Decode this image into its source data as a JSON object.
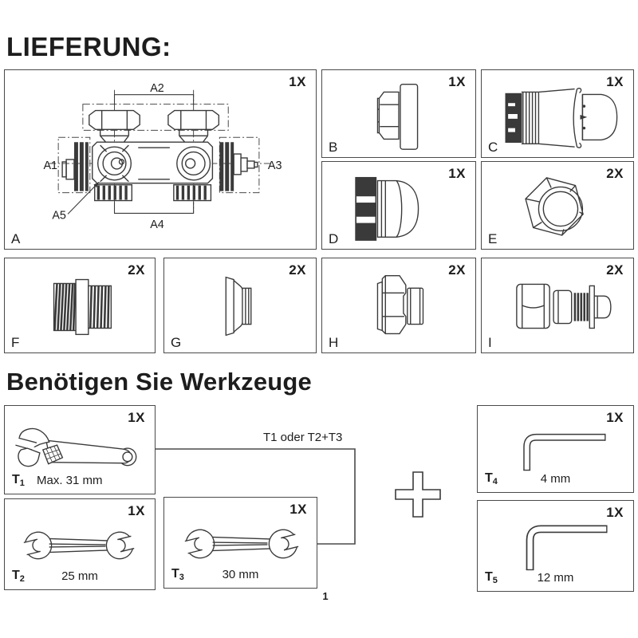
{
  "page": {
    "title": "LIEFERUNG:",
    "tools_heading": "Benötigen Sie Werkzeuge",
    "connector_label": "T1 oder T2+T3",
    "page_number": "1"
  },
  "delivery": {
    "parts": [
      {
        "id": "A",
        "qty": "1X",
        "drawing": "h-block-valve-technical-drawing",
        "dims": {
          "a1": "A1",
          "a2": "A2",
          "a3": "A3",
          "a4": "A4",
          "a5": "A5"
        }
      },
      {
        "id": "B",
        "qty": "1X",
        "drawing": "blind-plug-drawing"
      },
      {
        "id": "C",
        "qty": "1X",
        "drawing": "thermostat-head-drawing"
      },
      {
        "id": "D",
        "qty": "1X",
        "drawing": "knurled-cap-drawing"
      },
      {
        "id": "E",
        "qty": "2X",
        "drawing": "union-nut-drawing"
      },
      {
        "id": "F",
        "qty": "2X",
        "drawing": "threaded-adapter-drawing"
      },
      {
        "id": "G",
        "qty": "2X",
        "drawing": "sealing-cone-drawing"
      },
      {
        "id": "H",
        "qty": "2X",
        "drawing": "compression-nut-ring-drawing"
      },
      {
        "id": "I",
        "qty": "2X",
        "drawing": "pipe-connector-set-drawing"
      }
    ]
  },
  "tools": {
    "items": [
      {
        "label_prefix": "T",
        "label_sub": "1",
        "size": "Max. 31 mm",
        "qty": "1X",
        "drawing": "adjustable-wrench"
      },
      {
        "label_prefix": "T",
        "label_sub": "2",
        "size": "25 mm",
        "qty": "1X",
        "drawing": "open-end-wrench"
      },
      {
        "label_prefix": "T",
        "label_sub": "3",
        "size": "30 mm",
        "qty": "1X",
        "drawing": "open-end-wrench"
      },
      {
        "label_prefix": "T",
        "label_sub": "4",
        "size": "4 mm",
        "qty": "1X",
        "drawing": "allen-key"
      },
      {
        "label_prefix": "T",
        "label_sub": "5",
        "size": "12 mm",
        "qty": "1X",
        "drawing": "allen-key"
      }
    ],
    "plus_symbol": "+"
  },
  "colors": {
    "line": "#3a3a3a",
    "text": "#1d1d1d",
    "border": "#4a4a4a",
    "background": "#ffffff"
  }
}
